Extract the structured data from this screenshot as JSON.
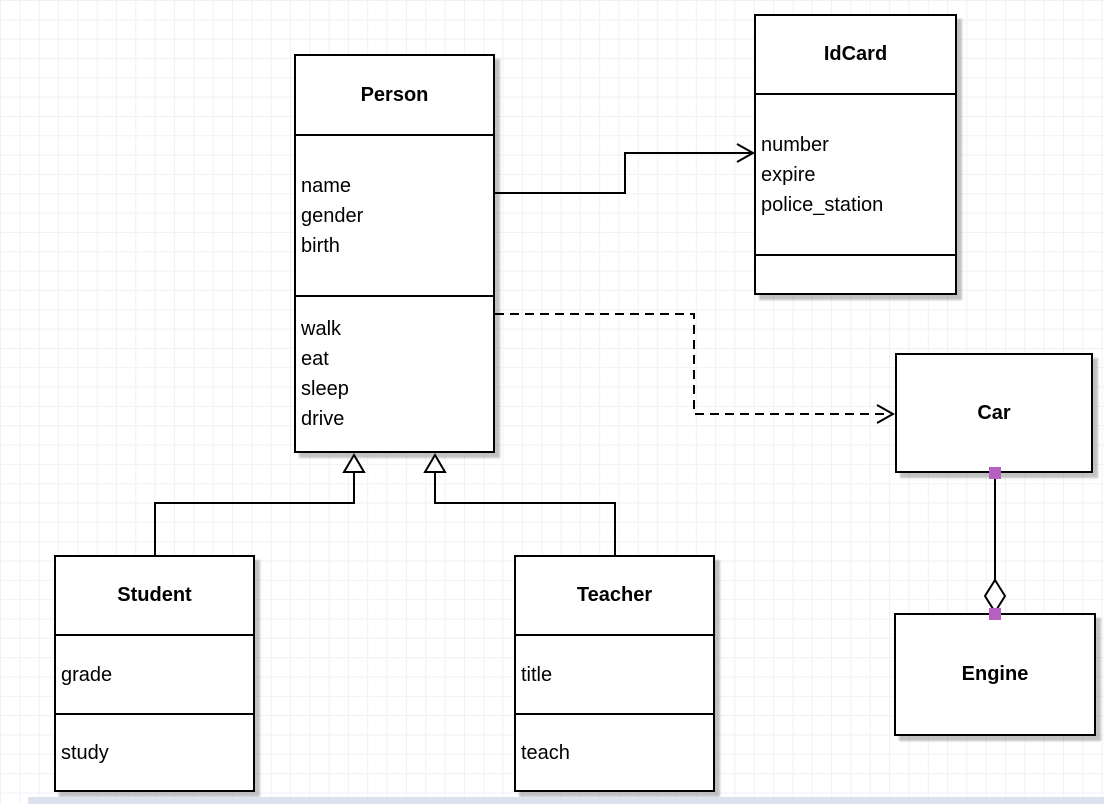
{
  "diagram": {
    "type": "uml-class-diagram",
    "classes": [
      {
        "id": "person",
        "title": "Person",
        "attributes": [
          "name",
          "gender",
          "birth"
        ],
        "methods": [
          "walk",
          "eat",
          "sleep",
          "drive"
        ]
      },
      {
        "id": "idcard",
        "title": "IdCard",
        "attributes": [
          "number",
          "expire",
          "police_station"
        ],
        "methods": []
      },
      {
        "id": "car",
        "title": "Car",
        "attributes": [],
        "methods": []
      },
      {
        "id": "engine",
        "title": "Engine",
        "attributes": [],
        "methods": []
      },
      {
        "id": "student",
        "title": "Student",
        "attributes": [
          "grade"
        ],
        "methods": [
          "study"
        ]
      },
      {
        "id": "teacher",
        "title": "Teacher",
        "attributes": [
          "title"
        ],
        "methods": [
          "teach"
        ]
      }
    ],
    "relationships": [
      {
        "type": "association",
        "from": "Person",
        "to": "IdCard",
        "line": "solid",
        "arrow": "open-arrowhead"
      },
      {
        "type": "dependency",
        "from": "Person",
        "to": "Car",
        "line": "dashed",
        "arrow": "open-arrowhead"
      },
      {
        "type": "generalization",
        "from": "Student",
        "to": "Person",
        "line": "solid",
        "arrow": "hollow-triangle"
      },
      {
        "type": "generalization",
        "from": "Teacher",
        "to": "Person",
        "line": "solid",
        "arrow": "hollow-triangle"
      },
      {
        "type": "aggregation",
        "from": "Car",
        "to": "Engine",
        "line": "solid",
        "symbol": "hollow-diamond",
        "endpoints": "selected-handles"
      }
    ],
    "colors": {
      "stroke": "#000000",
      "box_fill": "#ffffff",
      "selection_handle": "#b660c0",
      "grid_line": "#f1f1f5",
      "bottom_strip": "#dbe2ed"
    }
  }
}
